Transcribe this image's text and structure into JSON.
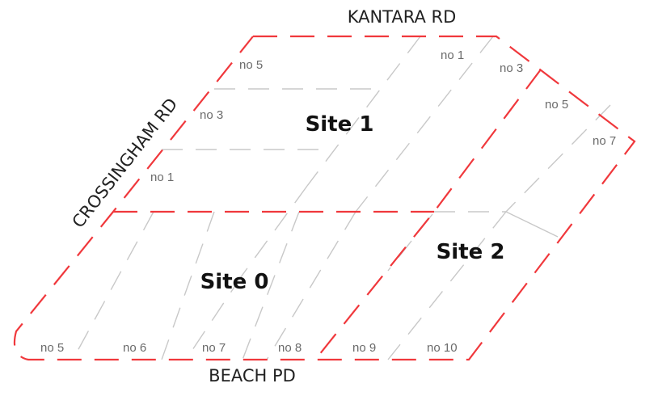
{
  "roads": {
    "north": "KANTARA RD",
    "west": "CROSSINGHAM RD",
    "south": "BEACH PD"
  },
  "sites": [
    {
      "id": "site0",
      "label": "Site 0"
    },
    {
      "id": "site1",
      "label": "Site 1"
    },
    {
      "id": "site2",
      "label": "Site 2"
    }
  ],
  "lots": {
    "crossingham": [
      {
        "label": "no 5"
      },
      {
        "label": "no 3"
      },
      {
        "label": "no 1"
      }
    ],
    "kantara": [
      {
        "label": "no 1"
      },
      {
        "label": "no 3"
      },
      {
        "label": "no 5"
      },
      {
        "label": "no 7"
      }
    ],
    "beach": [
      {
        "label": "no 5"
      },
      {
        "label": "no 6"
      },
      {
        "label": "no 7"
      },
      {
        "label": "no 8"
      },
      {
        "label": "no 9"
      },
      {
        "label": "no 10"
      }
    ]
  },
  "colors": {
    "boundary": "#f0383c",
    "lot_lines": "#c8c8c8",
    "lot_text": "#6b6b6b",
    "site_text": "#111111"
  }
}
